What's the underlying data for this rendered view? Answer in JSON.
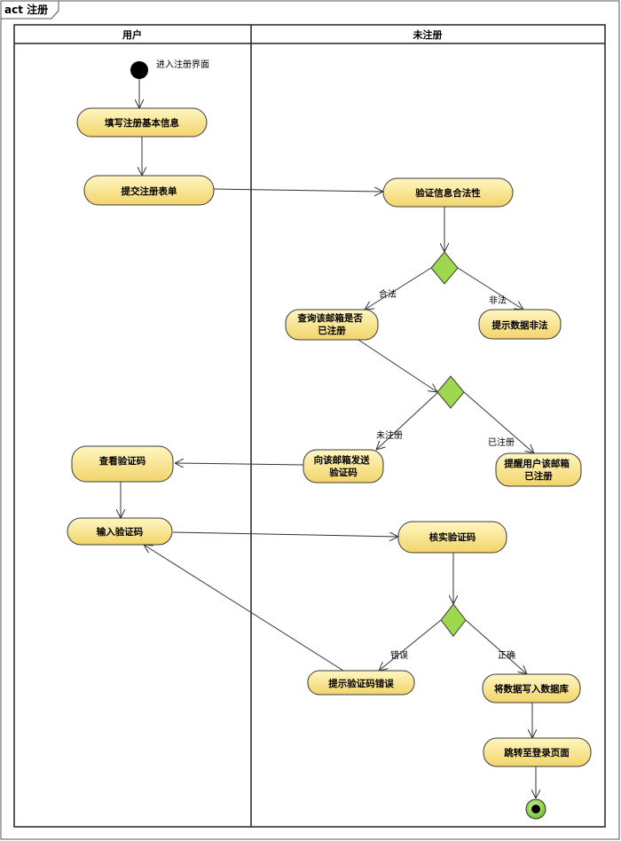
{
  "frame": {
    "title": "act 注册"
  },
  "lanes": [
    {
      "id": "user",
      "title": "用户"
    },
    {
      "id": "system",
      "title": "未注册"
    }
  ],
  "start_label": "进入注册界面",
  "activities": {
    "fill_info": "填写注册基本信息",
    "submit_form": "提交注册表单",
    "validate_info": "验证信息合法性",
    "check_email": "查询该邮箱是否已注册",
    "data_invalid": "提示数据非法",
    "send_code": "向该邮箱发送验证码",
    "remind_registered": "提醒用户该邮箱已注册",
    "view_code": "查看验证码",
    "enter_code": "输入验证码",
    "verify_code": "核实验证码",
    "code_error": "提示验证码错误",
    "write_db": "将数据写入数据库",
    "goto_login": "跳转至登录页面"
  },
  "guards": {
    "legal": "合法",
    "illegal": "非法",
    "unregistered": "未注册",
    "registered": "已注册",
    "wrong": "错误",
    "correct": "正确"
  },
  "colors": {
    "activity_top": "#fff6c2",
    "activity_bottom": "#f2d46a",
    "decision": "#9ed84f",
    "lane_line": "#222222"
  }
}
